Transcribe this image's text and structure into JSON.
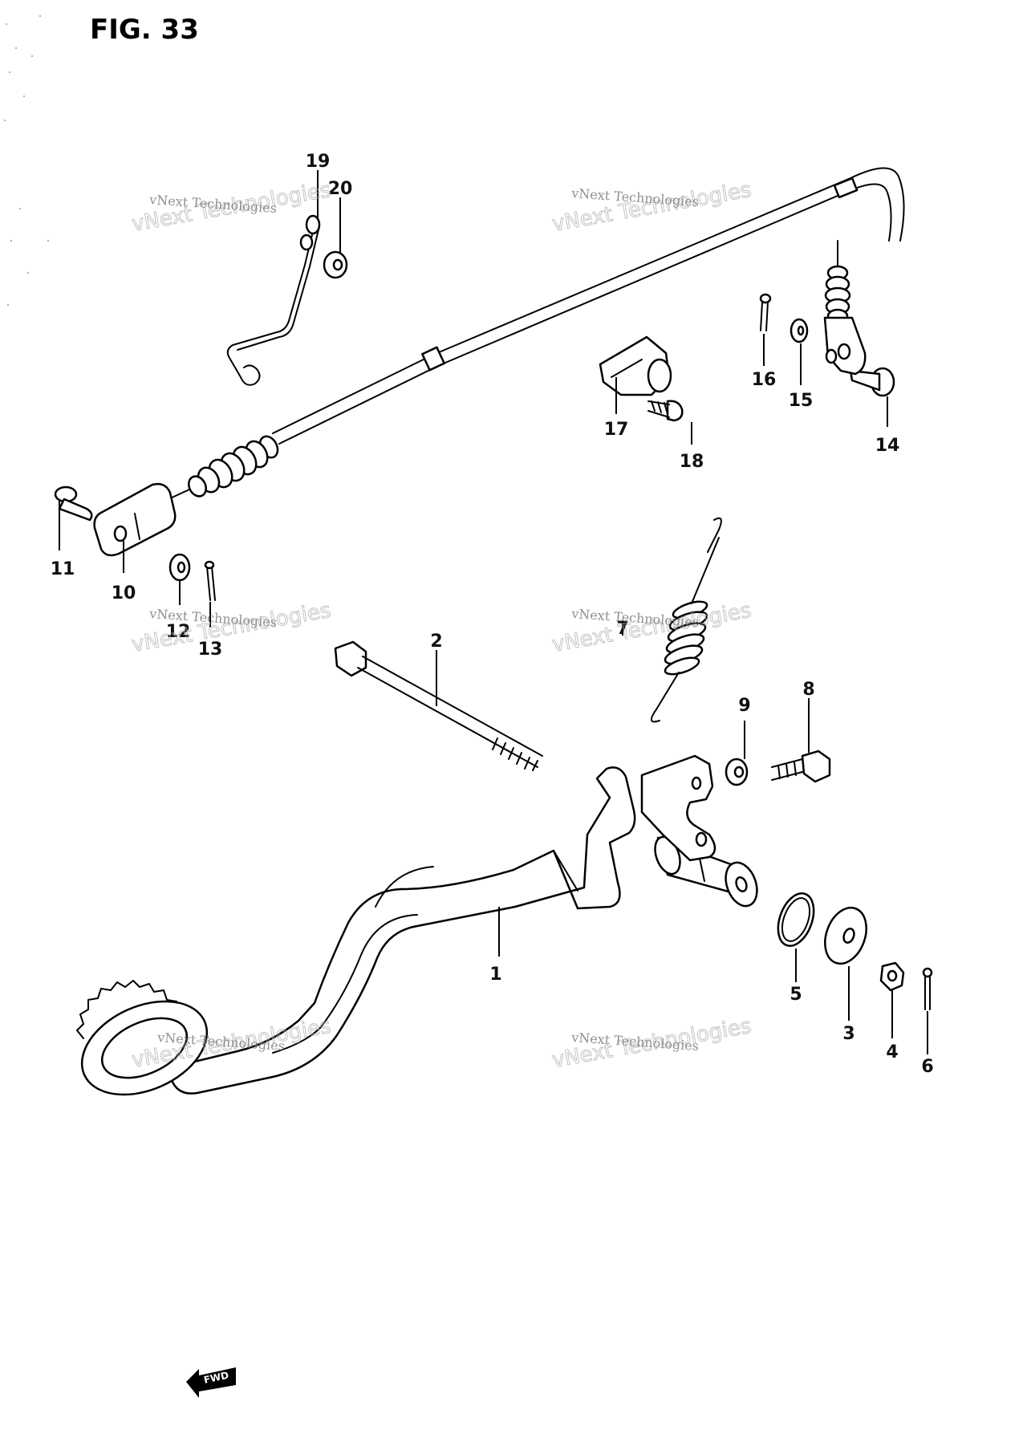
{
  "figure": {
    "title": "FIG. 33"
  },
  "callouts": [
    "1",
    "2",
    "3",
    "4",
    "5",
    "6",
    "7",
    "8",
    "9",
    "10",
    "11",
    "12",
    "13",
    "14",
    "15",
    "16",
    "17",
    "18",
    "19",
    "20"
  ],
  "watermark": {
    "line1": "vNext Technologies",
    "line2": "vNext Technologies"
  },
  "direction_arrow": {
    "label": "FWD"
  }
}
